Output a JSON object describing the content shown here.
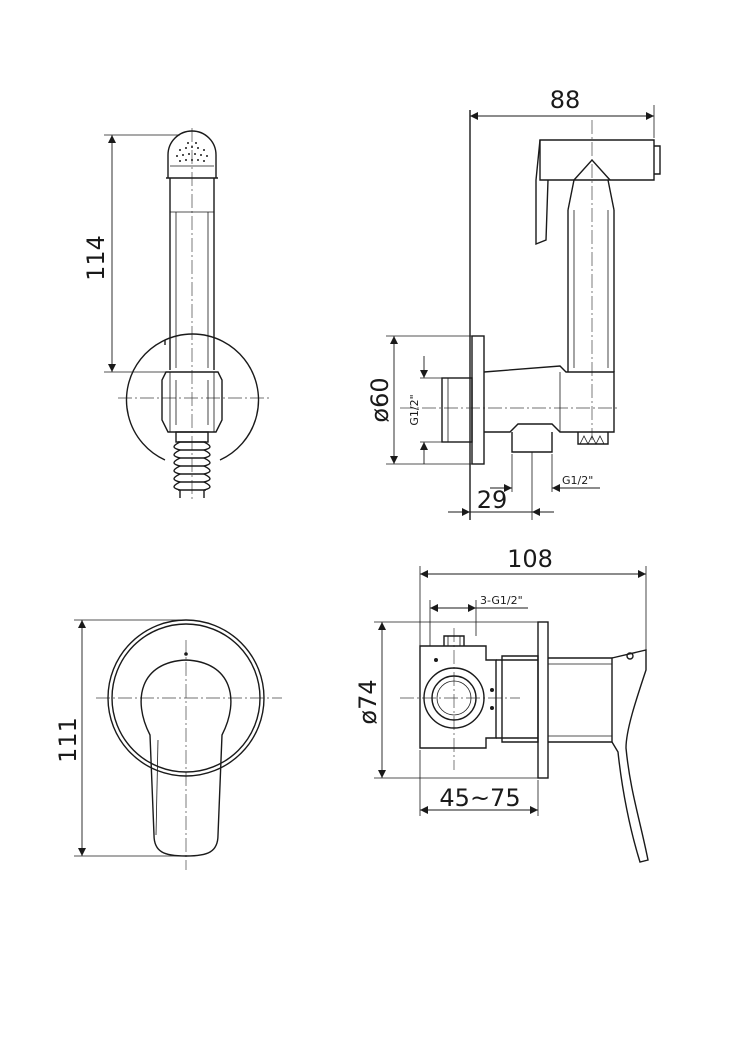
{
  "dimensions": {
    "spray_height": "114",
    "spray_depth": "88",
    "wall_plate_dia": "ø60",
    "inlet_thread": "G1/2\"",
    "outlet_offset": "29",
    "outlet_thread": "G1/2\"",
    "valve_depth": "108",
    "valve_ports": "3-G1/2\"",
    "valve_plate_dia": "ø74",
    "valve_height": "111",
    "install_depth": "45~75"
  }
}
